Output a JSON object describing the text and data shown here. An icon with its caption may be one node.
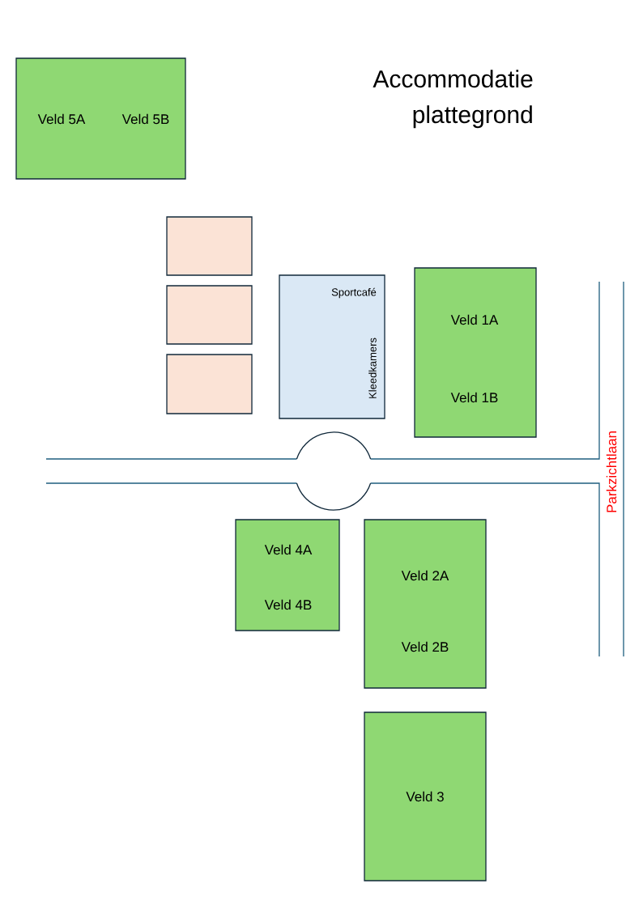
{
  "diagram": {
    "title": "Accommodatie plattegrond",
    "nodes": [
      {
        "text": [
          "Veld 5A",
          "Veld 5B"
        ]
      },
      {
        "text": [],
        "shape": "box"
      },
      {
        "text": [],
        "shape": "box"
      },
      {
        "text": [],
        "shape": "box"
      },
      {
        "text": [
          "Sportcafé",
          "Kleedkamers"
        ]
      },
      {
        "text": [
          "Veld 1A",
          "Veld 1B"
        ]
      },
      {
        "text": [
          "Veld 4A",
          "Veld 4B"
        ]
      },
      {
        "text": [
          "Veld 2A",
          "Veld 2B"
        ]
      },
      {
        "text": [
          "Veld 3"
        ]
      }
    ],
    "edges": [],
    "labels": [
      "Parkzichtlaan"
    ]
  }
}
